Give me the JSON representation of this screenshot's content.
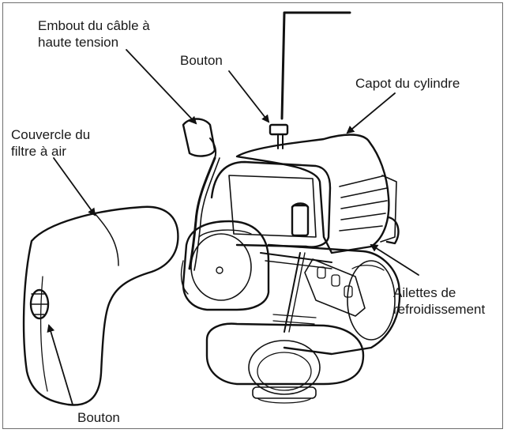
{
  "labels": {
    "hv_cable_cap": [
      "Embout du câble à",
      "haute tension"
    ],
    "knob_top": "Bouton",
    "cylinder_cover": "Capot du cylindre",
    "air_filter_cover": [
      "Couvercle du",
      "filtre à air"
    ],
    "cooling_fins": [
      "Ailettes de",
      "refroidissement"
    ],
    "knob_bottom": "Bouton"
  },
  "colors": {
    "ink": "#1a1a1a",
    "frame": "#6e6e6e",
    "paper": "#ffffff"
  }
}
